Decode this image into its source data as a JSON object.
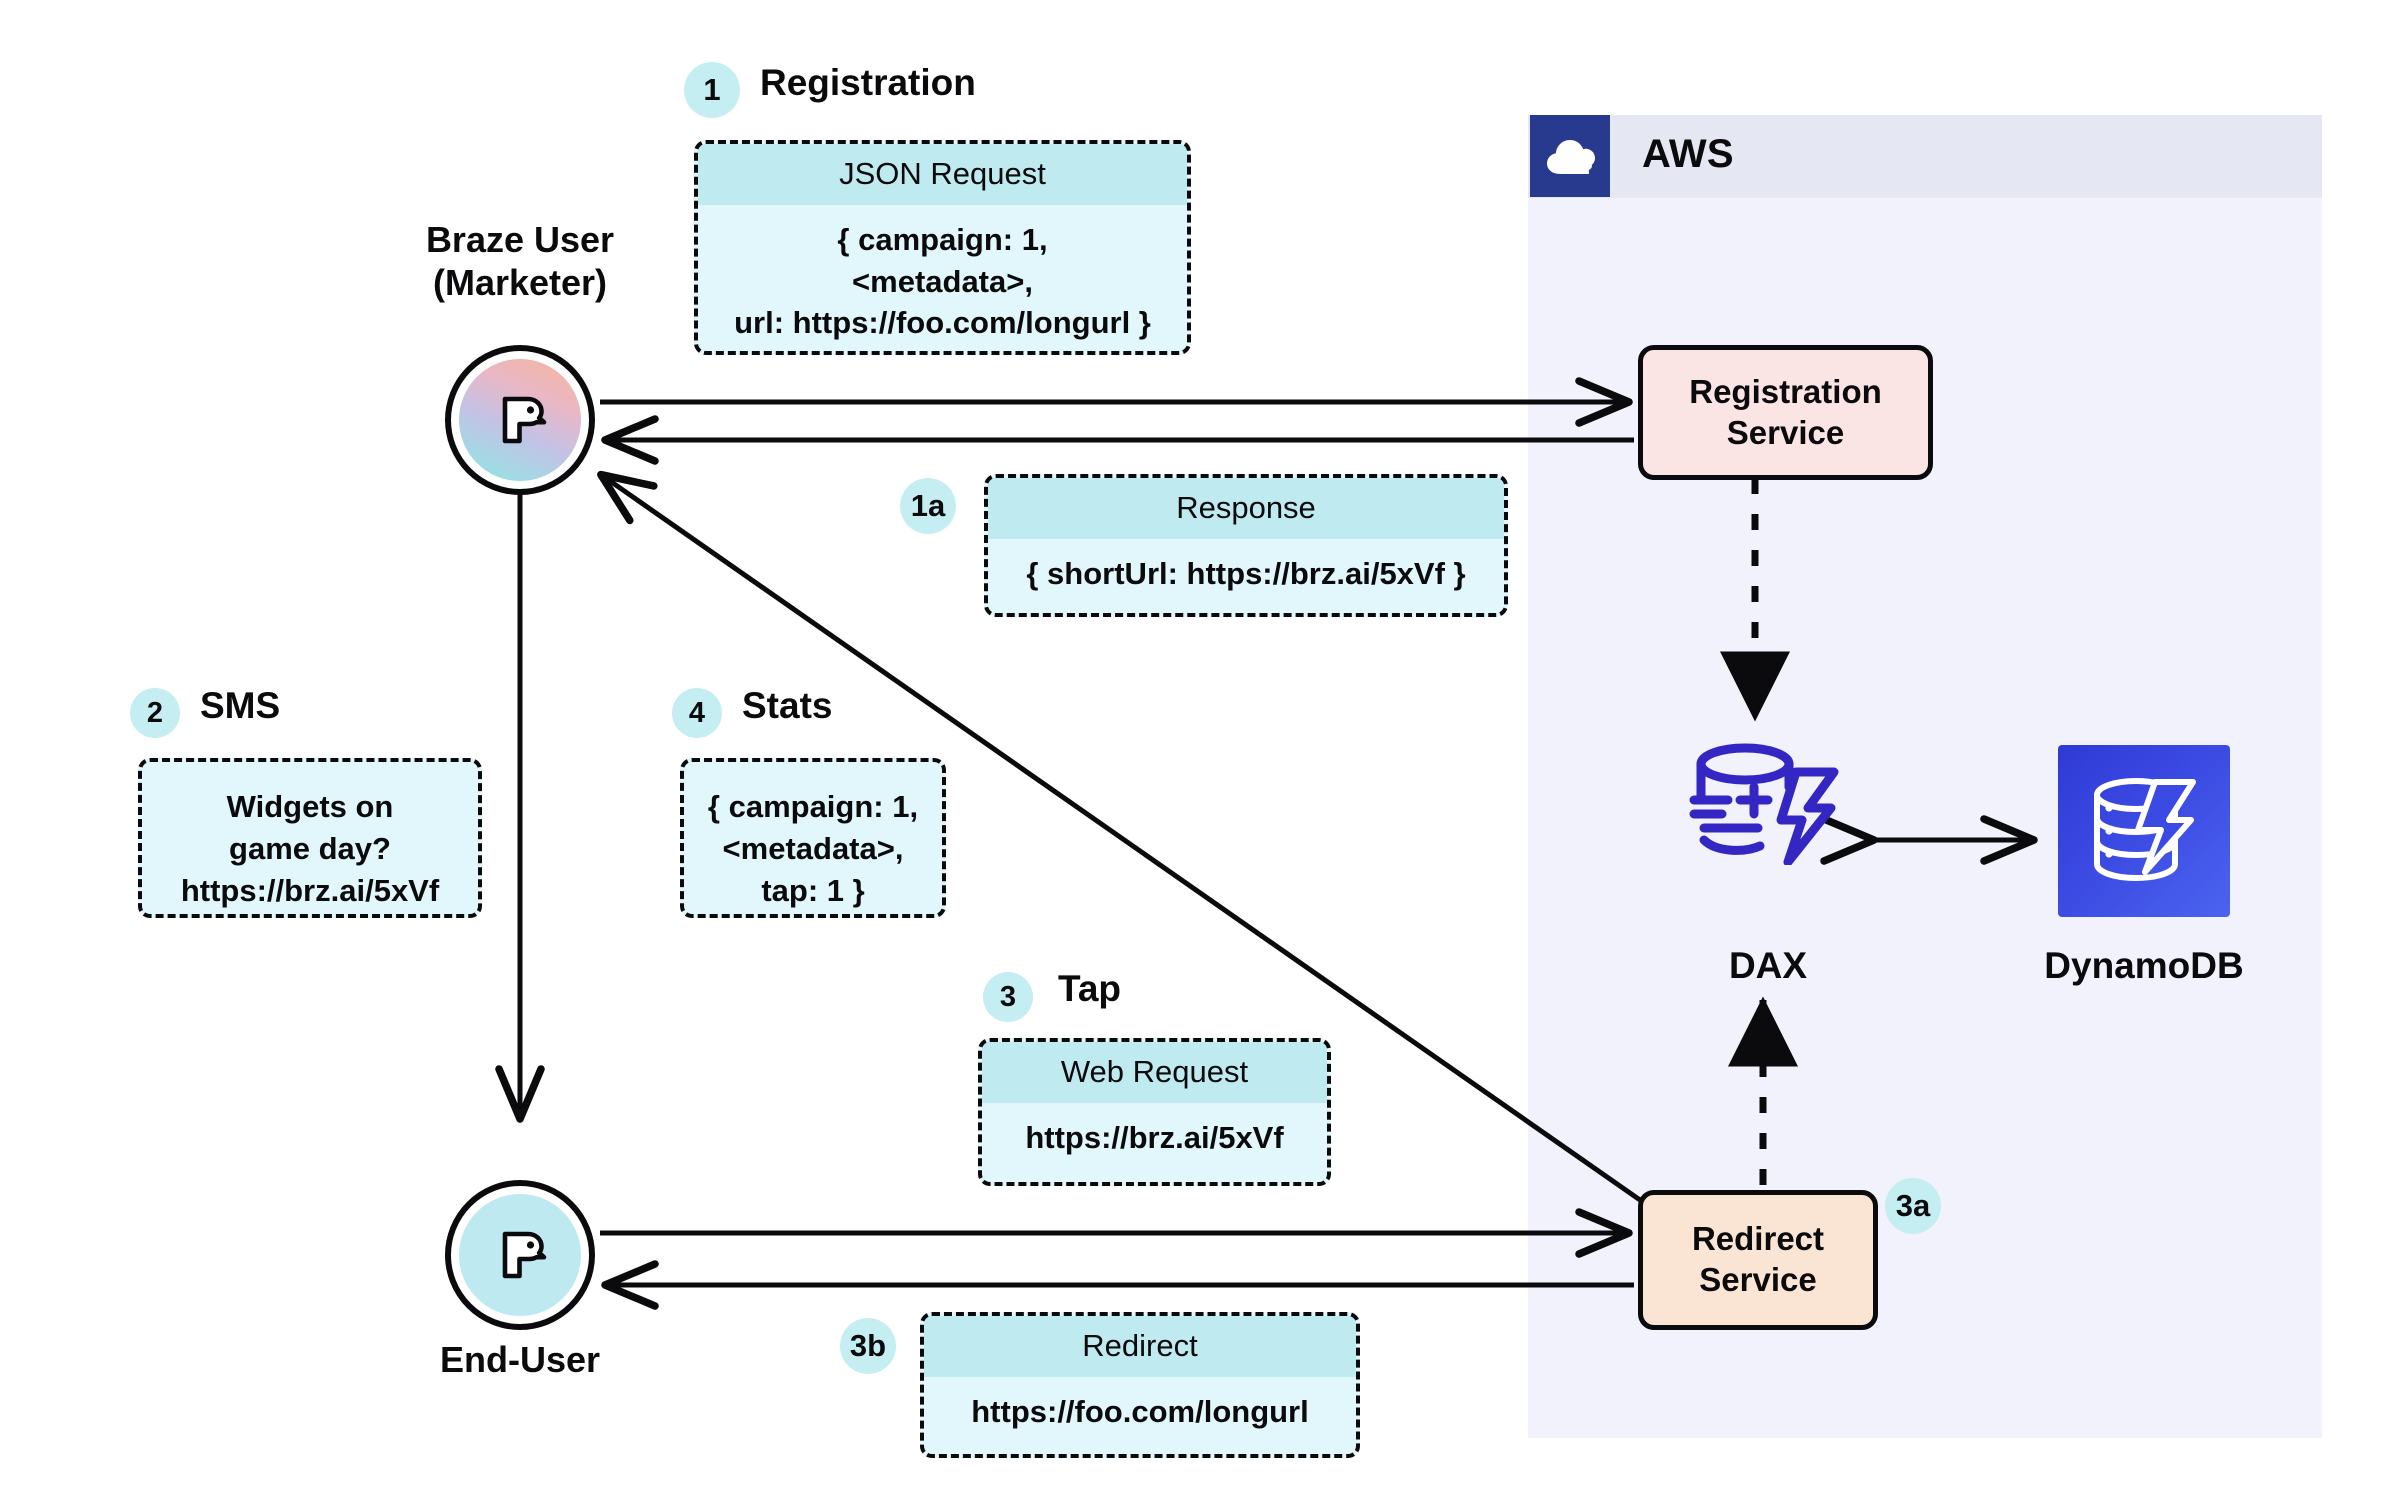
{
  "aws": {
    "label": "AWS",
    "icon": "cloud-icon",
    "services": [
      {
        "id": "registration-service",
        "label": "Registration\nService",
        "color": "#fbe4e4"
      },
      {
        "id": "redirect-service",
        "label": "Redirect\nService",
        "color": "#fae4d4"
      }
    ],
    "datastores": [
      {
        "id": "dax",
        "label": "DAX",
        "icon": "dax-database-bolt-icon",
        "color": "#3326c2"
      },
      {
        "id": "dynamodb",
        "label": "DynamoDB",
        "icon": "dynamodb-database-bolt-icon",
        "color": "#3b4fe0"
      }
    ]
  },
  "actors": [
    {
      "id": "braze-user",
      "label": "Braze User\n(Marketer)",
      "avatar": "braze-logo-avatar"
    },
    {
      "id": "end-user",
      "label": "End-User",
      "avatar": "braze-logo-avatar"
    }
  ],
  "steps": [
    {
      "num": "1",
      "title": "Registration",
      "card": {
        "head": "JSON Request",
        "body": "{ campaign: 1,\n<metadata>,\nurl: https://foo.com/longurl }"
      }
    },
    {
      "num": "1a",
      "title": "",
      "card": {
        "head": "Response",
        "body": "{ shortUrl: https://brz.ai/5xVf }"
      }
    },
    {
      "num": "2",
      "title": "SMS",
      "card": {
        "head": "",
        "body": "Widgets on\ngame day?\nhttps://brz.ai/5xVf"
      }
    },
    {
      "num": "3",
      "title": "Tap",
      "card": {
        "head": "Web Request",
        "body": "https://brz.ai/5xVf"
      }
    },
    {
      "num": "3a",
      "title": "",
      "card": null
    },
    {
      "num": "3b",
      "title": "",
      "card": {
        "head": "Redirect",
        "body": "https://foo.com/longurl"
      }
    },
    {
      "num": "4",
      "title": "Stats",
      "card": {
        "head": "",
        "body": "{ campaign: 1,\n<metadata>,\ntap: 1 }"
      }
    }
  ],
  "colors": {
    "accent_cyan": "#c5eef2",
    "card_body": "#e2f7fb",
    "card_head": "#bfeaf0",
    "aws_panel": "#f2f2fd",
    "aws_header": "#e5e8f2",
    "aws_badge": "#283a8e",
    "registration_box": "#fbe4e4",
    "redirect_box": "#fae4d4",
    "dax_blue": "#3326c2",
    "ink": "#0b0b0d"
  }
}
